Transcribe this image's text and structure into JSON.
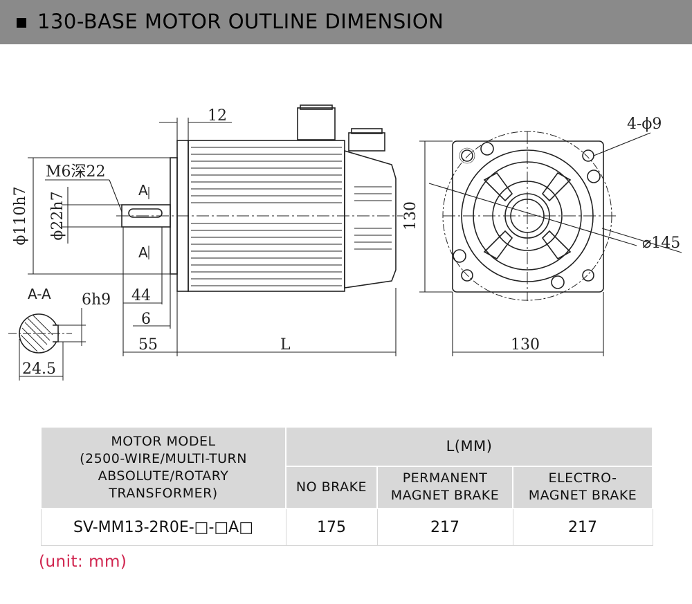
{
  "header": {
    "title": "130-BASE MOTOR OUTLINE DIMENSION"
  },
  "drawing": {
    "labels": {
      "flange_thickness": "12",
      "tapped_hole": "M6深22",
      "housing_dia": "ϕ110h7",
      "shaft_dia": "ϕ22h7",
      "section_mark_top": "A",
      "section_mark_bottom": "A",
      "section_title": "A-A",
      "key_width": "6h9",
      "key_length": "44",
      "key_offset": "6",
      "shaft_length": "55",
      "body_length": "L",
      "key_depth": "24.5",
      "bolt_holes": "4-ϕ9",
      "pcd": "⌀145",
      "flange_height": "130",
      "flange_width": "130"
    }
  },
  "table": {
    "model_header": [
      "MOTOR MODEL",
      "(2500-WIRE/MULTI-TURN",
      "ABSOLUTE/ROTARY",
      "TRANSFORMER)"
    ],
    "l_header": "L(MM)",
    "sub_headers": [
      [
        "NO BRAKE"
      ],
      [
        "PERMANENT",
        "MAGNET BRAKE"
      ],
      [
        "ELECTRO-",
        "MAGNET BRAKE"
      ]
    ],
    "rows": [
      {
        "model": "SV-MM13-2R0E-□-□A□",
        "no_brake": "175",
        "permanent_magnet_brake": "217",
        "electromagnet_brake": "217"
      }
    ]
  },
  "unit_note": "(unit: mm)"
}
